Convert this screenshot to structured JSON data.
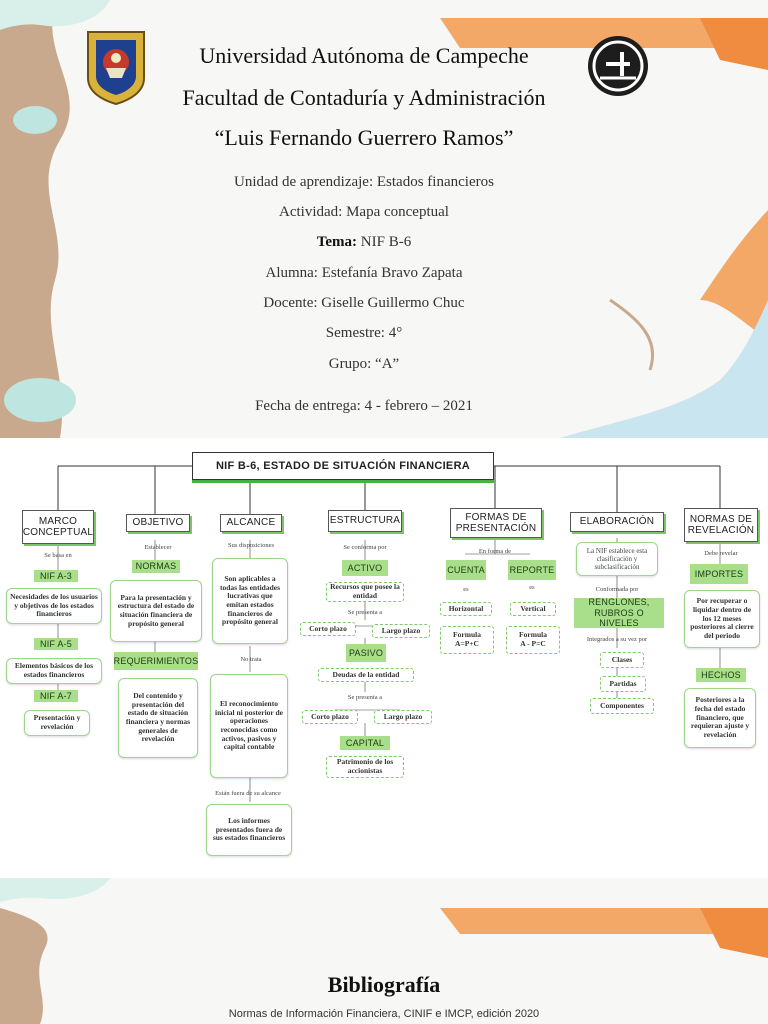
{
  "cover": {
    "university": "Universidad Autónoma de Campeche",
    "faculty": "Facultad de Contaduría y Administración",
    "faculty_name": "“Luis Fernando Guerrero Ramos”",
    "unit_label": "Unidad de aprendizaje: ",
    "unit_value": "Estados financieros",
    "activity_label": "Actividad: ",
    "activity_value": "Mapa conceptual",
    "topic_label": "Tema: ",
    "topic_value": "NIF B-6",
    "student_label": "Alumna: ",
    "student_value": "Estefanía Bravo Zapata",
    "teacher_label": "Docente: ",
    "teacher_value": "Giselle Guillermo Chuc",
    "semester_label": "Semestre: ",
    "semester_value": "4°",
    "group_label": "Grupo: ",
    "group_value": "“A”",
    "due_label": "Fecha de entrega: ",
    "due_value": "4 - febrero – 2021",
    "logo_left": "university-seal",
    "logo_right": "faculty-emblem"
  },
  "concept_map": {
    "title": "NIF B-6, ESTADO DE SITUACIÓN FINANCIERA",
    "marco": {
      "head": "MARCO CONCEPTUAL",
      "conn": "Se basa en",
      "tag1": "NIF A-3",
      "card1": "Necesidades de los usuarios y objetivos de los estados financieros",
      "tag2": "NIF A-5",
      "card2": "Elementos básicos de los estados financieros",
      "tag3": "NIF A-7",
      "card3": "Presentación y revelación"
    },
    "objetivo": {
      "head": "OBJETIVO",
      "conn": "Establecer",
      "tag1": "NORMAS",
      "card1": "Para la presentación y estructura del estado de situación financiera de propósito general",
      "tag2": "REQUERIMIENTOS",
      "card2": "Del contenido y presentación del estado de situación financiera y normas generales de revelación"
    },
    "alcance": {
      "head": "ALCANCE",
      "conn1": "Sus disposiciones",
      "card1": "Son aplicables a todas las entidades lucrativas que emitan estados financieros de propósito general",
      "conn2": "No trata",
      "card2": "El reconocimiento inicial ni posterior de operaciones reconocidas como activos, pasivos y capital contable",
      "conn3": "Están fuera de su alcance",
      "card3": "Los informes presentados fuera de sus estados financieros"
    },
    "estructura": {
      "head": "ESTRUCTURA",
      "conn1": "Se conforma por",
      "tag1": "ACTIVO",
      "card1": "Recursos que posee la entidad",
      "conn2": "Se presenta a",
      "short1": "Corto plazo",
      "long1": "Largo plazo",
      "tag2": "PASIVO",
      "card2": "Deudas de la entidad",
      "conn3": "Se presenta a",
      "short2": "Corto plazo",
      "long2": "Largo plazo",
      "tag3": "CAPITAL",
      "card3": "Patrimonio de los accionistas"
    },
    "formas": {
      "head": "FORMAS DE PRESENTACIÓN",
      "conn": "En forma de",
      "tag1": "CUENTA",
      "tag2": "REPORTE",
      "es1": "es",
      "es2": "es",
      "card1": "Horizontal",
      "card2": "Vertical",
      "formula1_label": "Formula",
      "formula1": "A=P+C",
      "formula2_label": "Formula",
      "formula2": "A - P=C"
    },
    "elaboracion": {
      "head": "ELABORACIÓN",
      "card1": "La NIF establece esta clasificación y subclasificación",
      "conn1": "Conformada por",
      "tag1": "RENGLONES, RUBROS O NIVELES",
      "conn2": "Integrados a su vez por",
      "item1": "Clases",
      "item2": "Partidas",
      "item3": "Componentes"
    },
    "normas": {
      "head": "NORMAS DE REVELACIÓN",
      "conn": "Debe revelar",
      "tag1": "IMPORTES",
      "card1": "Por recuperar o liquidar dentro de los 12 meses posteriores al cierre del periodo",
      "tag2": "HECHOS",
      "card2": "Posteriores a la fecha del estado financiero, que requieran ajuste y revelación"
    },
    "colors": {
      "green_tag": "#a9df8b",
      "green_accent": "#49b043",
      "card_border": "#9fd68d"
    }
  },
  "bibliography": {
    "title": "Bibliografía",
    "entry": "Normas de Información Financiera, CINIF e IMCP, edición 2020"
  }
}
